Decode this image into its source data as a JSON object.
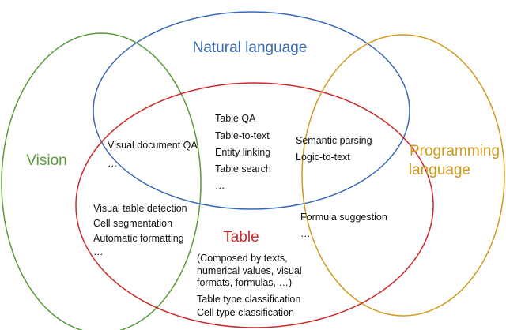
{
  "sets": {
    "natural_language": {
      "label": "Natural language",
      "color": "#3b6bb5"
    },
    "vision": {
      "label": "Vision",
      "color": "#5a9a3c"
    },
    "programming": {
      "label_line1": "Programming",
      "label_line2": "language",
      "color": "#cf9a1a"
    },
    "table": {
      "label": "Table",
      "color": "#cc2a2a"
    }
  },
  "regions": {
    "nl_table": [
      "Table QA",
      "Table-to-text",
      "Entity linking",
      "Table search",
      "…"
    ],
    "vision_nl_table": [
      "Visual document QA",
      "…"
    ],
    "nl_prog_table": [
      "Semantic parsing",
      "Logic-to-text"
    ],
    "vision_table": [
      "Visual table detection",
      "Cell segmentation",
      "Automatic formatting",
      "…"
    ],
    "prog_table": [
      "Formula suggestion",
      "…"
    ],
    "table_only": {
      "note": [
        "(Composed by texts,",
        "numerical values, visual",
        "formats, formulas, …)"
      ],
      "items": [
        "Table type classification",
        "Cell type classification"
      ]
    }
  }
}
